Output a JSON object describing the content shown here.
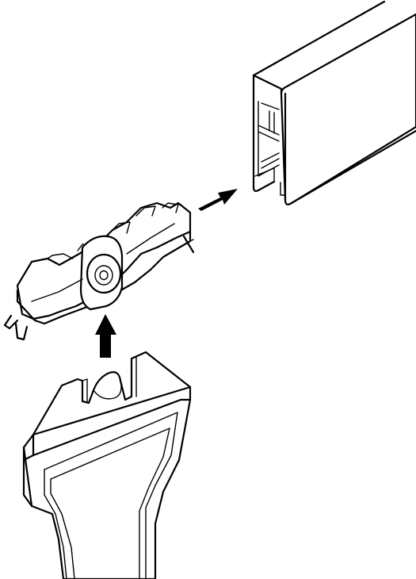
{
  "figure": {
    "parts": [
      "rail-profile",
      "roller-carriage",
      "mounting-tool"
    ],
    "arrows": [
      "insert-arrow",
      "push-up-arrow"
    ],
    "colors": {
      "line": "#000000",
      "background": "#ffffff",
      "arrow": "#000000"
    }
  }
}
